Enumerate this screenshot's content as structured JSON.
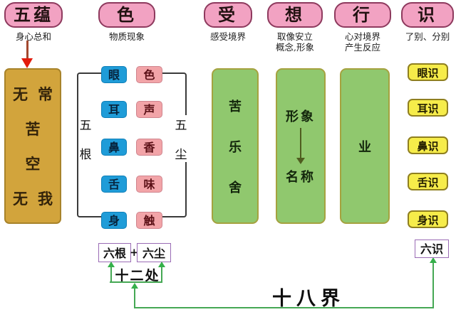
{
  "palette": {
    "pink": "#f2a2c2",
    "blue": "#1f9cd8",
    "salmon": "#f2a4a8",
    "gold": "#d2a43c",
    "green": "#90c86e",
    "yellow": "#f6ec4a",
    "purple_border": "#9a6bb5",
    "line_green": "#45a854",
    "arrow_green": "#35b04a",
    "arrow_red": "#e21b0c",
    "bracket_line": "#3a3a3a"
  },
  "header": {
    "columns": [
      {
        "title": "五蕴",
        "sub1": "身心总和",
        "sub2": ""
      },
      {
        "title": "色",
        "sub1": "物质现象",
        "sub2": ""
      },
      {
        "title": "受",
        "sub1": "感受境界",
        "sub2": ""
      },
      {
        "title": "想",
        "sub1": "取像安立",
        "sub2": "概念,形象"
      },
      {
        "title": "行",
        "sub1": "心对境界",
        "sub2": "产生反应"
      },
      {
        "title": "识",
        "sub1": "了别、分别",
        "sub2": ""
      }
    ]
  },
  "aggregate_nature": {
    "lines": [
      [
        "无",
        "常"
      ],
      [
        "苦"
      ],
      [
        "空"
      ],
      [
        "无",
        "我"
      ]
    ]
  },
  "roots": {
    "label_chars": [
      "五",
      "根"
    ],
    "items": [
      "眼",
      "耳",
      "鼻",
      "舌",
      "身"
    ]
  },
  "dusts": {
    "label_chars": [
      "五",
      "尘"
    ],
    "items": [
      "色",
      "声",
      "香",
      "味",
      "触"
    ]
  },
  "feeling": {
    "chars": [
      "苦",
      "乐",
      "舍"
    ]
  },
  "perception": {
    "top": "形象",
    "bottom": "名称"
  },
  "formation": {
    "label": "业"
  },
  "consciousness": {
    "items": [
      "眼识",
      "耳识",
      "鼻识",
      "舌识",
      "身识"
    ]
  },
  "bottom": {
    "six_roots": "六根",
    "plus": "+",
    "six_dusts": "六尘",
    "twelve_bases": "十二处",
    "six_consciousness": "六识",
    "eighteen_realms": "十八界"
  }
}
